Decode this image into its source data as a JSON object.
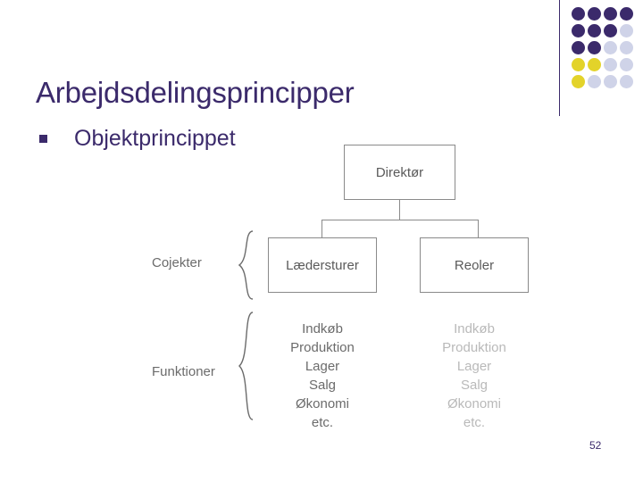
{
  "slide": {
    "title": "Arbejdsdelingsprincipper",
    "bullets": [
      {
        "marker": "square-bullet",
        "text": "Objektprincippet"
      }
    ],
    "page_number": "52"
  },
  "theme": {
    "accent": "#3b2a6b",
    "dot_dark": "#3b2a6b",
    "dot_yellow": "#e3d32a",
    "dot_light": "#cfd3e8",
    "box_border": "#8a8a8a",
    "chart_text": "#5a5a5a",
    "faded_text": "#b9b9b9"
  },
  "dots": [
    {
      "row": 0,
      "col": 0,
      "color": "#3b2a6b"
    },
    {
      "row": 0,
      "col": 1,
      "color": "#3b2a6b"
    },
    {
      "row": 0,
      "col": 2,
      "color": "#3b2a6b"
    },
    {
      "row": 0,
      "col": 3,
      "color": "#3b2a6b"
    },
    {
      "row": 1,
      "col": 0,
      "color": "#3b2a6b"
    },
    {
      "row": 1,
      "col": 1,
      "color": "#3b2a6b"
    },
    {
      "row": 1,
      "col": 2,
      "color": "#3b2a6b"
    },
    {
      "row": 1,
      "col": 3,
      "color": "#cfd3e8"
    },
    {
      "row": 2,
      "col": 0,
      "color": "#3b2a6b"
    },
    {
      "row": 2,
      "col": 1,
      "color": "#3b2a6b"
    },
    {
      "row": 2,
      "col": 2,
      "color": "#cfd3e8"
    },
    {
      "row": 2,
      "col": 3,
      "color": "#cfd3e8"
    },
    {
      "row": 3,
      "col": 0,
      "color": "#e3d32a"
    },
    {
      "row": 3,
      "col": 1,
      "color": "#e3d32a"
    },
    {
      "row": 3,
      "col": 2,
      "color": "#cfd3e8"
    },
    {
      "row": 3,
      "col": 3,
      "color": "#cfd3e8"
    },
    {
      "row": 4,
      "col": 0,
      "color": "#e3d32a"
    },
    {
      "row": 4,
      "col": 1,
      "color": "#cfd3e8"
    },
    {
      "row": 4,
      "col": 2,
      "color": "#cfd3e8"
    },
    {
      "row": 4,
      "col": 3,
      "color": "#cfd3e8"
    }
  ],
  "org_chart": {
    "top_node": "Direktør",
    "object_nodes": [
      "Lædersturer",
      "Reoler"
    ],
    "side_labels": {
      "objects": "Cojekter",
      "functions": "Funktioner"
    },
    "function_lists": [
      [
        "Indkøb",
        "Produktion",
        "Lager",
        "Salg",
        "Økonomi",
        "etc."
      ],
      [
        "Indkøb",
        "Produktion",
        "Lager",
        "Salg",
        "Økonomi",
        "etc."
      ]
    ]
  }
}
